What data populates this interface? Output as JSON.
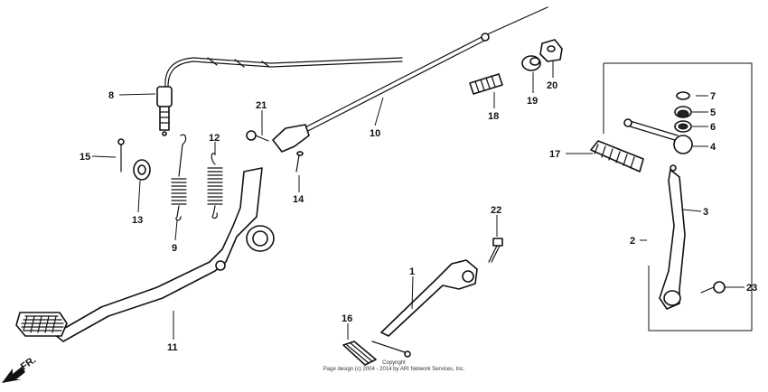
{
  "callouts": [
    "1",
    "2",
    "3",
    "4",
    "5",
    "6",
    "7",
    "8",
    "9",
    "10",
    "11",
    "12",
    "13",
    "14",
    "15",
    "16",
    "17",
    "18",
    "19",
    "20",
    "21",
    "22",
    "23"
  ],
  "direction_label": "FR.",
  "copyright": [
    "Copyright",
    "Page design (c) 2004 - 2014 by ARI Network Services, Inc."
  ]
}
